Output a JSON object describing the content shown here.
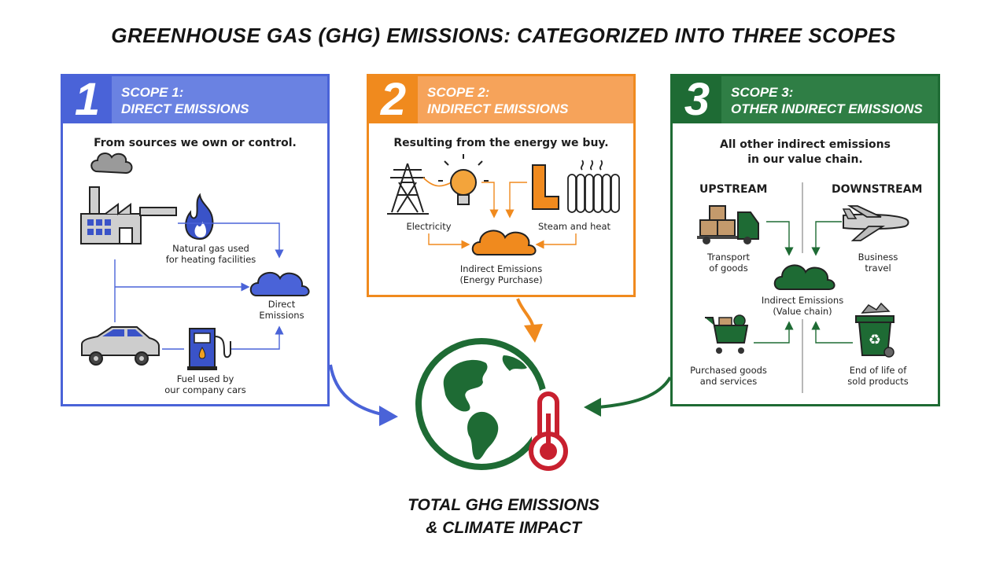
{
  "title": "GREENHOUSE GAS (GHG) EMISSIONS: CATEGORIZED INTO THREE SCOPES",
  "colors": {
    "scope1": "#4a63d8",
    "scope2": "#f08a1e",
    "scope3": "#1e6b34",
    "earth": "#1e6b34",
    "thermo": "#c8202f"
  },
  "scope1": {
    "number": "1",
    "label": "SCOPE 1:\nDIRECT EMISSIONS",
    "subtitle": "From sources we own or control.",
    "nodes": {
      "natural_gas": "Natural gas used\nfor heating facilities",
      "direct": "Direct\nEmissions",
      "fuel": "Fuel used by\nour company cars"
    }
  },
  "scope2": {
    "number": "2",
    "label": "SCOPE 2:\nINDIRECT EMISSIONS",
    "subtitle": "Resulting from the energy we buy.",
    "nodes": {
      "electricity": "Electricity",
      "steam": "Steam and heat",
      "indirect": "Indirect Emissions\n(Energy Purchase)"
    }
  },
  "scope3": {
    "number": "3",
    "label": "SCOPE 3:\nOTHER INDIRECT EMISSIONS",
    "subtitle": "All other indirect emissions\nin our value chain.",
    "upstream": "UPSTREAM",
    "downstream": "DOWNSTREAM",
    "nodes": {
      "transport": "Transport\nof goods",
      "business_travel": "Business\ntravel",
      "indirect": "Indirect Emissions\n(Value chain)",
      "purchased": "Purchased goods\nand services",
      "end_of_life": "End of life of\nsold products"
    }
  },
  "total": "TOTAL GHG EMISSIONS\n& CLIMATE IMPACT"
}
